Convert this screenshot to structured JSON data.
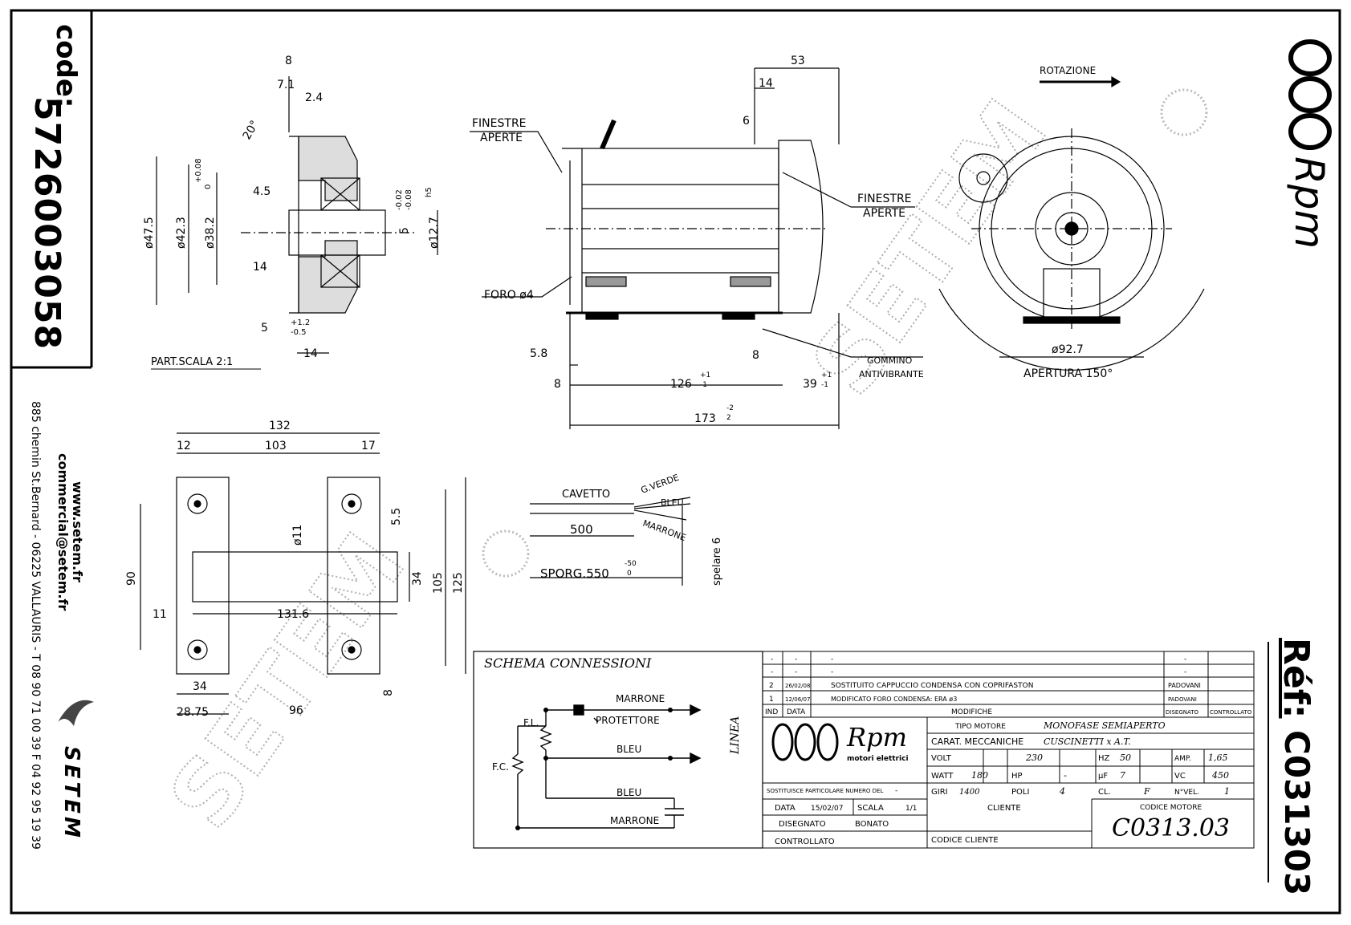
{
  "sidebar": {
    "code_label": "code:",
    "code_value": "5726003058",
    "website": "www.setem.fr",
    "email": "commercial@setem.fr",
    "address": "885 chemin St.Bernard  -  06225 VALLAURIS  -  T 08 90 71 00 39   F 04 92 95 19 39",
    "logo_text": "SETEM"
  },
  "right_sidebar": {
    "ref_label": "Réf:",
    "ref_value": "C031303",
    "brand": "Rpm"
  },
  "watermark": "SETEM",
  "part_detail": {
    "dims": [
      "8",
      "7.1",
      "2.4",
      "20°",
      "4.5",
      "+0.08",
      "0",
      "ø47.5",
      "ø42.3",
      "ø38.2",
      "-0.02",
      "-0.08",
      "h5",
      "5",
      "ø12.7",
      "14",
      "5",
      "+1.2",
      "-0.5",
      "14"
    ],
    "caption": "PART.SCALA 2:1"
  },
  "side_view": {
    "label_finestre_1a": "FINESTRE",
    "label_finestre_1b": "APERTE",
    "label_finestre_2a": "FINESTRE",
    "label_finestre_2b": "APERTE",
    "label_foro": "FORO ø4",
    "label_gommino_1": "GOMMINO",
    "label_gommino_2": "ANTIVIBRANTE",
    "dims": [
      "53",
      "14",
      "6",
      "5.8",
      "8",
      "126",
      "+1",
      "-1",
      "39",
      "+1",
      "-1",
      "8",
      "173",
      "-2",
      "2"
    ]
  },
  "front_view": {
    "rotation_label": "ROTAZIONE",
    "diameter": "ø92.7",
    "aperture": "APERTURA 150°"
  },
  "base_plate": {
    "dims": [
      "132",
      "12",
      "103",
      "17",
      "ø11",
      "5.5",
      "90",
      "11",
      "131.6",
      "34",
      "105",
      "125",
      "34",
      "28.75",
      "96",
      "8"
    ]
  },
  "cable": {
    "cavetto": "CAVETTO",
    "g_verde": "G.VERDE",
    "bleu": "BLEU",
    "marrone": "MARRONE",
    "length": "500",
    "sporg": "SPORG.550",
    "sporg_tol_a": "-50",
    "sporg_tol_b": "0",
    "spelare": "spelare 6"
  },
  "schema": {
    "title": "SCHEMA CONNESSIONI",
    "marrone_top": "MARRONE",
    "protettore": "PROTETTORE",
    "fl": "F.L.",
    "bleu_mid": "BLEU",
    "fc": "F.C.",
    "bleu_low": "BLEU",
    "marrone_low": "MARRONE",
    "linea": "LINEA"
  },
  "revisions": {
    "empty_rows": [
      [
        "-",
        "-",
        "-",
        "-"
      ],
      [
        "-",
        "-",
        "-",
        "-"
      ]
    ],
    "rows": [
      {
        "ind": "2",
        "data": "26/02/08",
        "mod": "SOSTITUITO CAPPUCCIO CONDENSA CON COPRIFASTON",
        "dis": "PADOVANI",
        "con": ""
      },
      {
        "ind": "1",
        "data": "12/06/07",
        "mod": "MODIFICATO FORO CONDENSA: ERA ø3",
        "dis": "PADOVANI",
        "con": ""
      }
    ],
    "headers": [
      "IND",
      "DATA",
      "MODIFICHE",
      "DISEGNATO",
      "CONTROLLATO"
    ]
  },
  "title_block": {
    "brand": "Rpm",
    "brand_sub": "motori elettrici",
    "tipo_motore_label": "TIPO MOTORE",
    "tipo_motore_value": "MONOFASE SEMIAPERTO",
    "carat_label": "CARAT. MECCANICHE",
    "carat_value": "CUSCINETTI x A.T.",
    "volt_label": "VOLT",
    "volt_value": "230",
    "hz_label": "HZ",
    "hz_value": "50",
    "amp_label": "AMP.",
    "amp_value": "1,65",
    "watt_label": "WATT",
    "watt_value": "180",
    "hp_label": "HP",
    "hp_value": "-",
    "uf_label": "μF",
    "uf_value": "7",
    "vc_label": "VC",
    "vc_value": "450",
    "giri_label": "GIRI",
    "giri_value": "1400",
    "poli_label": "POLI",
    "poli_value": "4",
    "cl_label": "CL.",
    "cl_value": "F",
    "nvel_label": "N°VEL.",
    "nvel_value": "1",
    "sostituisce": "SOSTITUISCE PARTICOLARE NUMERO DEL",
    "sostituisce_value": "-",
    "data_label": "DATA",
    "data_value": "15/02/07",
    "scala_label": "SCALA",
    "scala_value": "1/1",
    "disegnato_label": "DISEGNATO",
    "disegnato_value": "BONATO",
    "controllato_label": "CONTROLLATO",
    "cliente_label": "CLIENTE",
    "codice_cliente_label": "CODICE CLIENTE",
    "codice_motore_label": "CODICE MOTORE",
    "codice_motore_value": "C0313.03"
  }
}
